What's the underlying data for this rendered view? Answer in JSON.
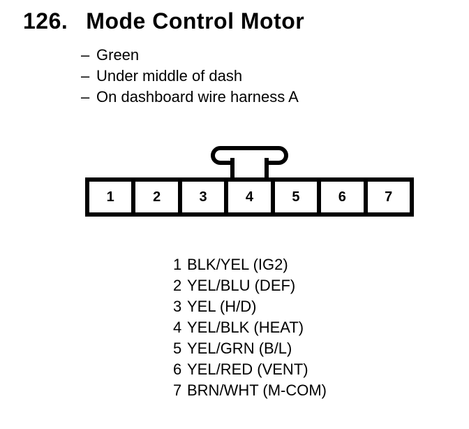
{
  "header": {
    "number": "126.",
    "title": "Mode Control Motor"
  },
  "details": {
    "dash": "–",
    "items": [
      "Green",
      "Under middle of dash",
      "On dashboard wire harness A"
    ]
  },
  "connector": {
    "pins": [
      "1",
      "2",
      "3",
      "4",
      "5",
      "6",
      "7"
    ]
  },
  "pinout": [
    {
      "pin": "1",
      "label": "BLK/YEL (IG2)"
    },
    {
      "pin": "2",
      "label": "YEL/BLU (DEF)"
    },
    {
      "pin": "3",
      "label": "YEL (H/D)"
    },
    {
      "pin": "4",
      "label": "YEL/BLK (HEAT)"
    },
    {
      "pin": "5",
      "label": "YEL/GRN (B/L)"
    },
    {
      "pin": "6",
      "label": "YEL/RED (VENT)"
    },
    {
      "pin": "7",
      "label": "BRN/WHT (M-COM)"
    }
  ],
  "colors": {
    "ink": "#000000",
    "background": "#ffffff"
  }
}
